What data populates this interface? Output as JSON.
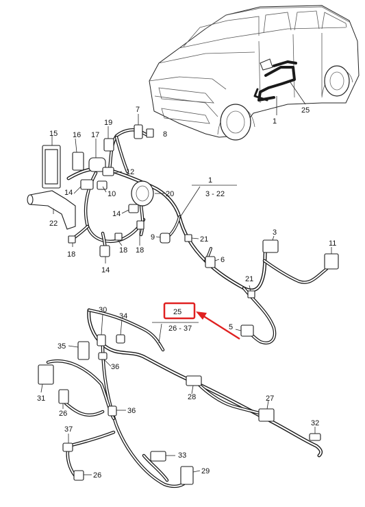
{
  "labels": {
    "l1_car": "1",
    "l25_car": "25",
    "l7": "7",
    "l8": "8",
    "l19": "19",
    "l15": "15",
    "l16": "16",
    "l17": "17",
    "l12": "12",
    "l14a": "14",
    "l10": "10",
    "l20": "20",
    "l22": "22",
    "l14b": "14",
    "l18a": "18",
    "l18b": "18",
    "l18c": "18",
    "l14c": "14",
    "l9": "9",
    "l21a": "21",
    "l3": "3",
    "l11": "11",
    "l6": "6",
    "l21b": "21",
    "l5": "5",
    "l30": "30",
    "l34": "34",
    "l35": "35",
    "l36a": "36",
    "l36b": "36",
    "l31": "31",
    "l26a": "26",
    "l26b": "26",
    "l37": "37",
    "l28": "28",
    "l27": "27",
    "l32": "32",
    "l33": "33",
    "l29": "29"
  },
  "group_1": {
    "title": "1",
    "range": "3 - 22"
  },
  "group_25": {
    "title": "25",
    "range": "26 - 37"
  },
  "highlight": {
    "color": "#e02020"
  }
}
